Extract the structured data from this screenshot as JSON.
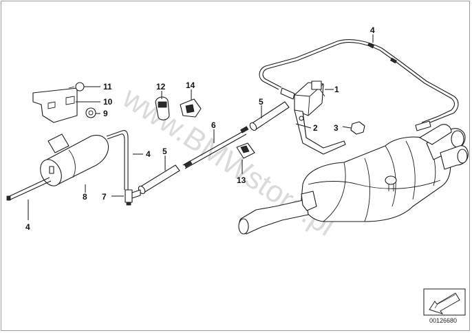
{
  "watermark": "www.BMWstore.pl",
  "diagram_id": "00126680",
  "callouts": [
    {
      "label": "1",
      "part": "pressure-converter"
    },
    {
      "label": "2",
      "part": "converter-bracket"
    },
    {
      "label": "3",
      "part": "hex-nut"
    },
    {
      "label": "4",
      "part": "hose-line-right"
    },
    {
      "label": "4",
      "part": "hose-line-center"
    },
    {
      "label": "4",
      "part": "hose-line-left"
    },
    {
      "label": "5",
      "part": "hose-sleeve-right"
    },
    {
      "label": "5",
      "part": "hose-sleeve-center"
    },
    {
      "label": "6",
      "part": "connecting-line"
    },
    {
      "label": "7",
      "part": "connector"
    },
    {
      "label": "8",
      "part": "vacuum-reservoir"
    },
    {
      "label": "9",
      "part": "grommet"
    },
    {
      "label": "10",
      "part": "holder-plate"
    },
    {
      "label": "11",
      "part": "screw"
    },
    {
      "label": "12",
      "part": "hose-clamp"
    },
    {
      "label": "13",
      "part": "clip"
    },
    {
      "label": "14",
      "part": "holder-clip"
    }
  ],
  "colors": {
    "line": "#1a1a1a",
    "watermark": "#bdbdbd",
    "frame": "#9a9a9a"
  },
  "icons": {
    "corner": "direction-arrow-icon"
  }
}
